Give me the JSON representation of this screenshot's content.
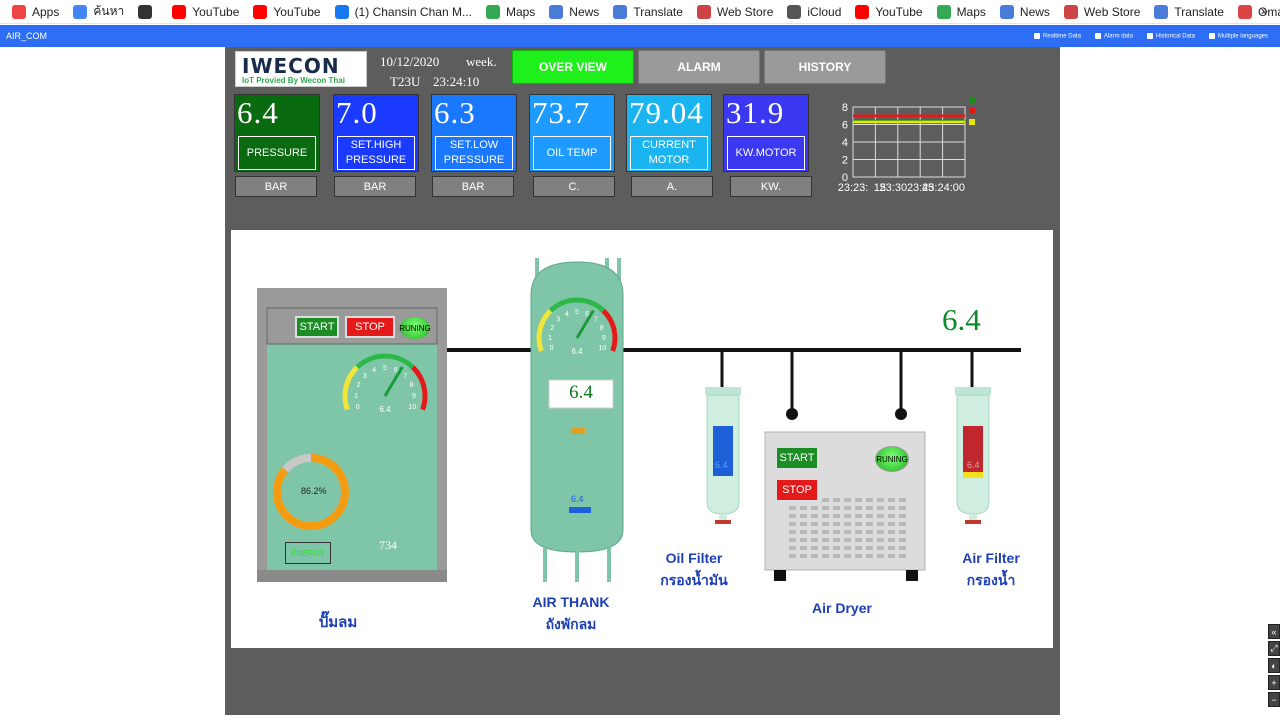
{
  "bookmarks": [
    {
      "label": "Apps",
      "icon": "apps-grid-icon",
      "color": "#e44"
    },
    {
      "label": "ค้นหา",
      "icon": "google-icon",
      "color": "#4285f4"
    },
    {
      "label": "",
      "icon": "globe-icon",
      "color": "#333"
    },
    {
      "label": "YouTube",
      "icon": "youtube-icon",
      "color": "#f00"
    },
    {
      "label": "YouTube",
      "icon": "youtube-icon",
      "color": "#f00"
    },
    {
      "label": "(1) Chansin Chan M...",
      "icon": "facebook-icon",
      "color": "#1877f2"
    },
    {
      "label": "Maps",
      "icon": "maps-icon",
      "color": "#34a853"
    },
    {
      "label": "News",
      "icon": "news-icon",
      "color": "#4a7bd8"
    },
    {
      "label": "Translate",
      "icon": "translate-icon",
      "color": "#4a7bd8"
    },
    {
      "label": "Web Store",
      "icon": "webstore-icon",
      "color": "#c44"
    },
    {
      "label": "iCloud",
      "icon": "apple-icon",
      "color": "#555"
    },
    {
      "label": "YouTube",
      "icon": "youtube-icon",
      "color": "#f00"
    },
    {
      "label": "Maps",
      "icon": "maps-icon",
      "color": "#34a853"
    },
    {
      "label": "News",
      "icon": "news-icon",
      "color": "#4a7bd8"
    },
    {
      "label": "Web Store",
      "icon": "webstore-icon",
      "color": "#c44"
    },
    {
      "label": "Translate",
      "icon": "translate-icon",
      "color": "#4a7bd8"
    },
    {
      "label": "Gmail",
      "icon": "gmail-icon",
      "color": "#d44"
    }
  ],
  "bookmarks_more": "»",
  "appbar": {
    "title": "AIR_COM",
    "links": [
      "Realtime Data",
      "Alarm data",
      "Historical Data",
      "Multiple languages"
    ]
  },
  "header": {
    "logo_main": "IWECON",
    "logo_sub": "IoT Provied By Wecon Thai",
    "date": "10/12/2020",
    "week": "week.",
    "weekday": "T23U",
    "time": "23:24:10"
  },
  "nav": {
    "overview": "OVER VIEW",
    "alarm": "ALARM",
    "history": "HISTORY"
  },
  "tiles": [
    {
      "value": "6.4",
      "label": "PRESSURE",
      "unit": "BAR",
      "bg": "#0a6a10"
    },
    {
      "value": "7.0",
      "label": "SET.HIGH PRESSURE",
      "unit": "BAR",
      "bg": "#1a3bff"
    },
    {
      "value": "6.3",
      "label": "SET.LOW PRESSURE",
      "unit": "BAR",
      "bg": "#1a78ff"
    },
    {
      "value": "73.7",
      "label": "OIL TEMP",
      "unit": "C.",
      "bg": "#1e9bff"
    },
    {
      "value": "79.04",
      "label": "CURRENT MOTOR",
      "unit": "A.",
      "bg": "#1ab5f0"
    },
    {
      "value": "31.9",
      "label": "KW.MOTOR",
      "unit": "KW.",
      "bg": "#3a38f0"
    }
  ],
  "chart_data": {
    "type": "line",
    "y_ticks": [
      "8",
      "6",
      "4",
      "2",
      "0"
    ],
    "ylim": [
      0,
      8
    ],
    "x_ticks": [
      "23:23:",
      "15",
      "23:30",
      "23:",
      "45",
      "23:24:00"
    ],
    "series": [
      {
        "name": "",
        "color": "#1a8a1a",
        "values": [
          6.4,
          6.4,
          6.4,
          6.4,
          6.4
        ]
      },
      {
        "name": "",
        "color": "#e41a1a",
        "values": [
          7.0,
          7.0,
          7.0,
          7.0,
          7.0
        ]
      },
      {
        "name": "",
        "color": "#e6e600",
        "values": [
          6.3,
          6.3,
          6.3,
          6.3,
          6.3
        ]
      }
    ],
    "grid": true,
    "legend": "top-right"
  },
  "diagram": {
    "compressor": {
      "start": "START",
      "stop": "STOP",
      "running": "RUNING",
      "gauge_value": "6.4",
      "gauge_ticks": [
        "0",
        "1",
        "2",
        "3",
        "4",
        "5",
        "6",
        "7",
        "8",
        "9",
        "10"
      ],
      "donut_percent": 86.2,
      "donut_label": "86.2%",
      "energy": "ENERGY",
      "counter": "734",
      "label": "ปั๊มลม"
    },
    "tank": {
      "gauge_value": "6.4",
      "gauge_ticks": [
        "0",
        "1",
        "2",
        "3",
        "4",
        "5",
        "6",
        "7",
        "8",
        "9",
        "10"
      ],
      "display": "6.4",
      "small_value": "6.4",
      "label": "AIR THANK",
      "label_th": "ถังพักลม"
    },
    "oil_filter": {
      "value": "6.4",
      "label": "Oil Filter",
      "label_th": "กรองน้ำมัน"
    },
    "dryer": {
      "start": "START",
      "stop": "STOP",
      "running": "RUNING",
      "label": "Air Dryer"
    },
    "air_filter": {
      "value": "6.4",
      "label": "Air Filter",
      "label_th": "กรองน้ำ"
    },
    "line_pressure": "6.4"
  },
  "zoom_controls": [
    "«",
    "⤢",
    "◐",
    "+",
    "−"
  ]
}
